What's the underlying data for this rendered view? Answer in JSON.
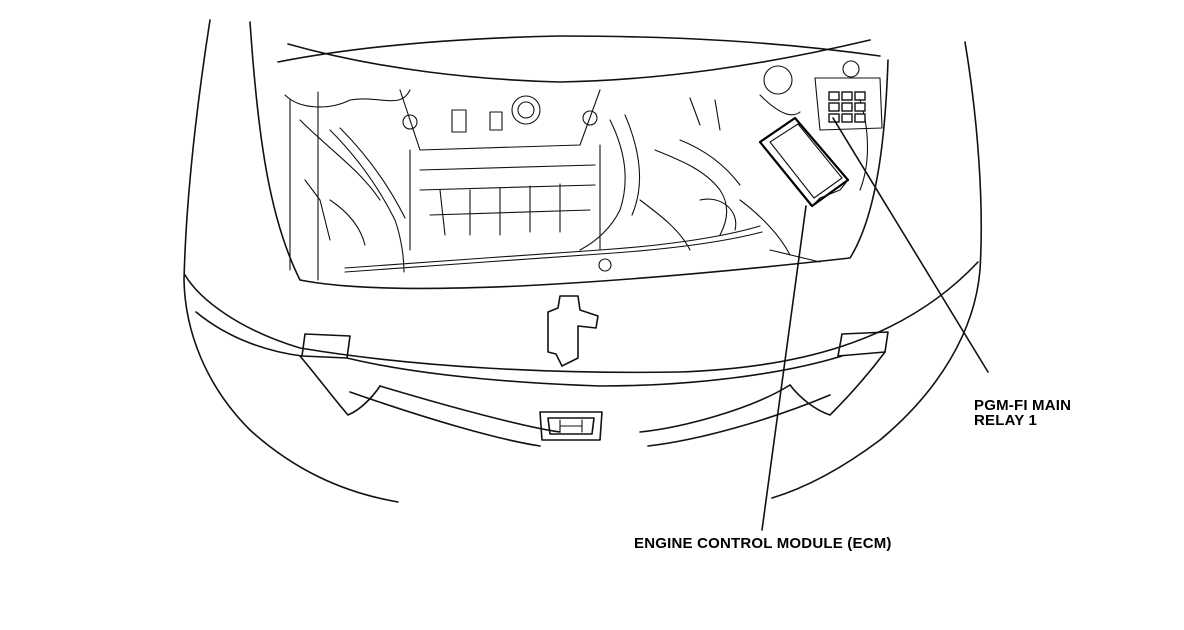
{
  "callouts": {
    "relay_line1": "PGM-FI MAIN",
    "relay_line2": "RELAY 1",
    "ecm": "ENGINE CONTROL MODULE (ECM)"
  },
  "colors": {
    "ink": "#111111",
    "background": "#ffffff"
  }
}
